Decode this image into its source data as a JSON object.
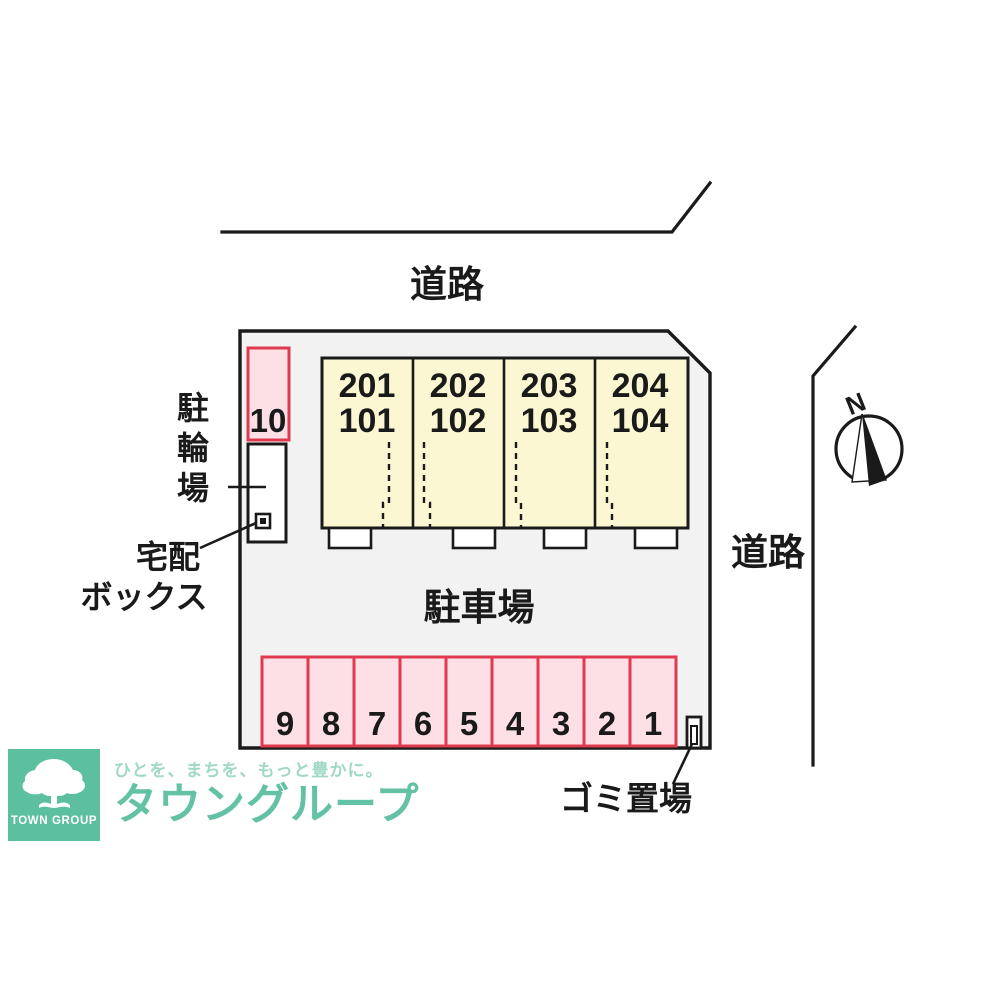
{
  "map": {
    "title": "apartment-site-plan",
    "roads": [
      {
        "id": "road-top",
        "label": "道路"
      },
      {
        "id": "road-right",
        "label": "道路"
      }
    ],
    "site_area_label": "駐車場",
    "compass": {
      "label": "N",
      "name": "north-arrow"
    },
    "building": {
      "units": [
        {
          "upper": "201",
          "lower": "101"
        },
        {
          "upper": "202",
          "lower": "102"
        },
        {
          "upper": "203",
          "lower": "103"
        },
        {
          "upper": "204",
          "lower": "104"
        }
      ]
    },
    "bicycle_parking": {
      "label": "駐輪場"
    },
    "delivery_box": {
      "label": "宅配\nボックス",
      "line1": "宅配",
      "line2": "ボックス"
    },
    "trash_area": {
      "label": "ゴミ置場"
    },
    "parking_stalls_bottom": [
      "9",
      "8",
      "7",
      "6",
      "5",
      "4",
      "3",
      "2",
      "1"
    ],
    "parking_stall_left": "10"
  },
  "colors": {
    "building_fill": "#FAF7D2",
    "parking_fill": "#FCE0E6",
    "parking_stroke": "#E03A4E",
    "site_fill": "#F2F2F2",
    "line": "#1a1a1a",
    "brand_green": "#5CBFA0",
    "brand_green_light": "#9FD8C7"
  },
  "logo": {
    "tagline": "ひとを、まちを、もっと豊かに。",
    "name": "タウングループ",
    "mark_text": "TOWN GROUP"
  }
}
